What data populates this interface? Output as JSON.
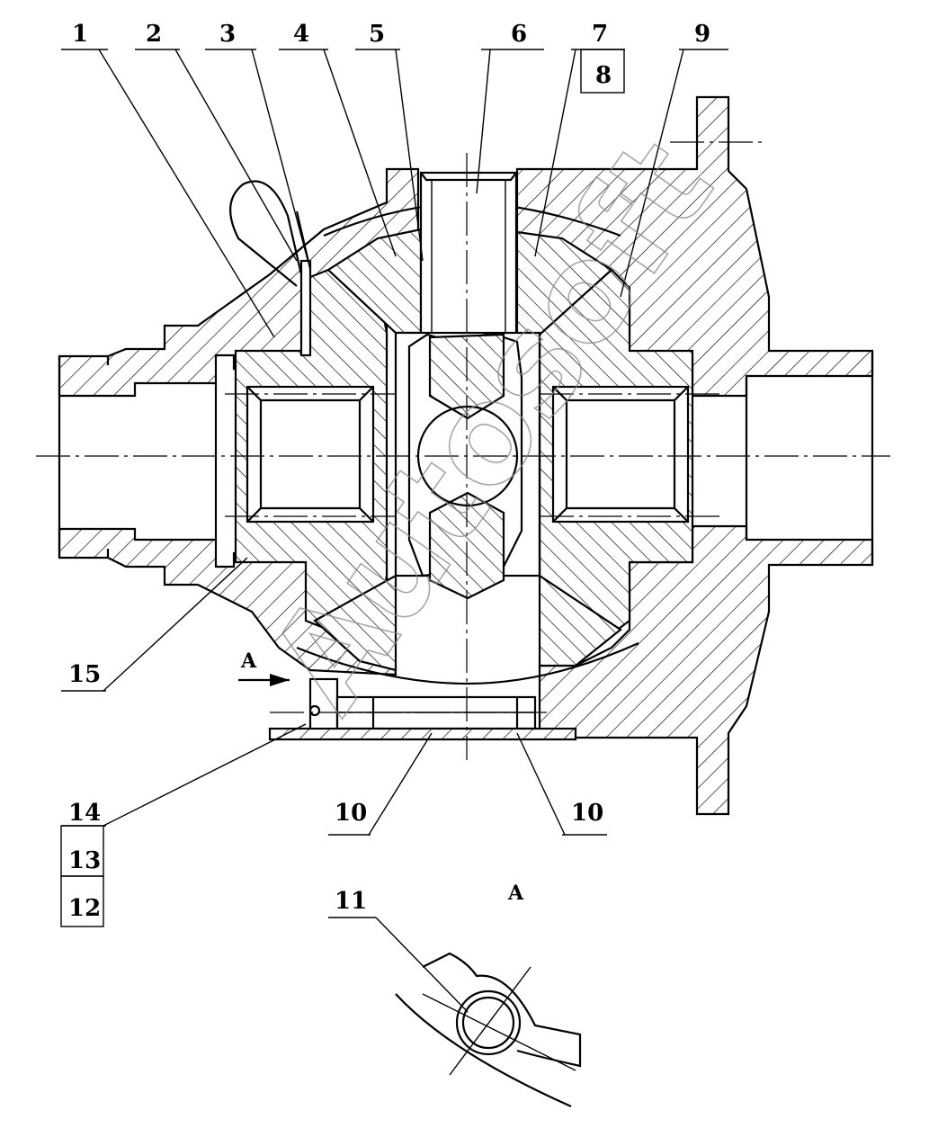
{
  "drawing": {
    "callouts": {
      "c1": "1",
      "c2": "2",
      "c3": "3",
      "c4": "4",
      "c5": "5",
      "c6": "6",
      "c7": "7",
      "c8": "8",
      "c9": "9",
      "c10a": "10",
      "c10b": "10",
      "c11": "11",
      "c12": "12",
      "c13": "13",
      "c14": "14",
      "c15": "15"
    },
    "section_marker": "A",
    "view_label": "A",
    "watermark": "Autosoft"
  }
}
